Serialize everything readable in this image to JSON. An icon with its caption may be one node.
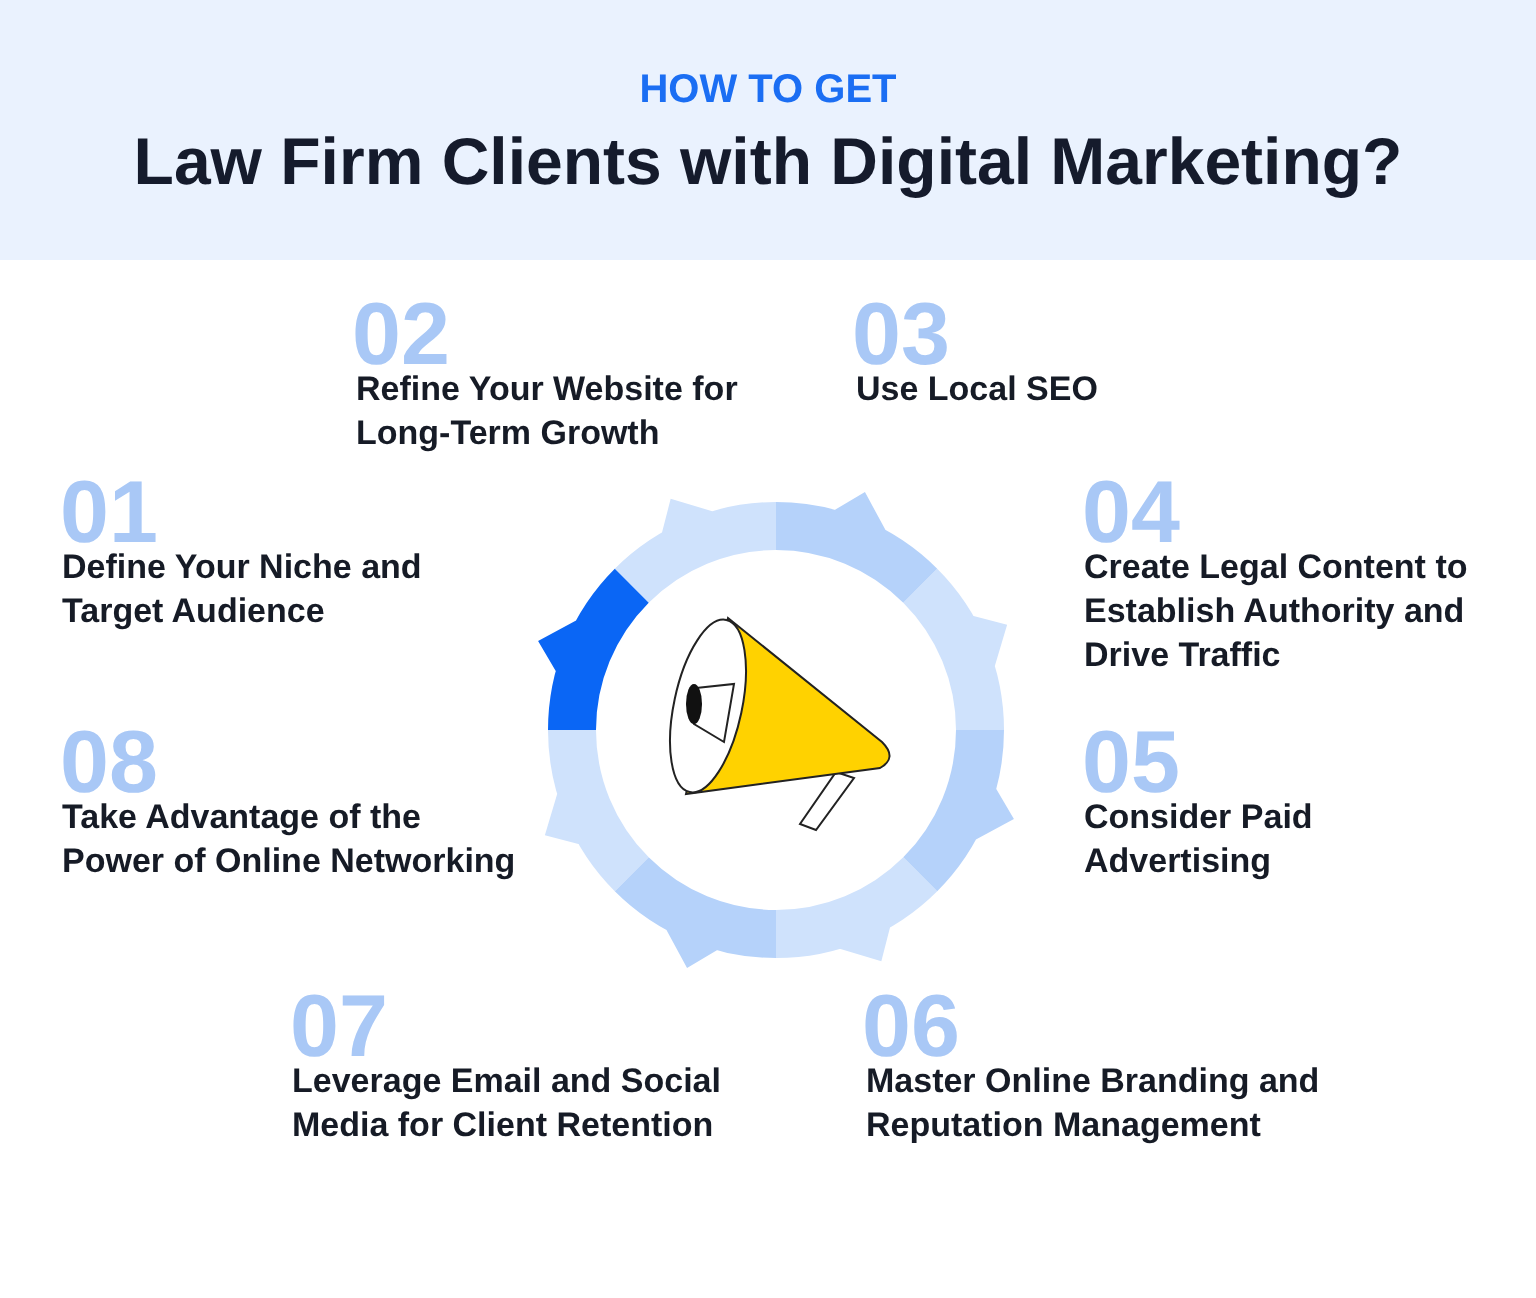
{
  "diagram": {
    "title": "Law Firm Clients with Digital Marketing?",
    "labels": [
      "HOW TO GET",
      "02",
      "Refine Your Website for Long-Term Growth",
      "03",
      "Use Local SEO",
      "01",
      "Define Your Niche and Target Audience",
      "04",
      "Create Legal Content to Establish Authority and Drive Traffic",
      "08",
      "Take Advantage of the Power of Online Networking",
      "05",
      "Consider Paid Advertising",
      "07",
      "Leverage Email and Social Media for Client Retention",
      "06",
      "Master Online Branding and Reputation Management"
    ]
  }
}
